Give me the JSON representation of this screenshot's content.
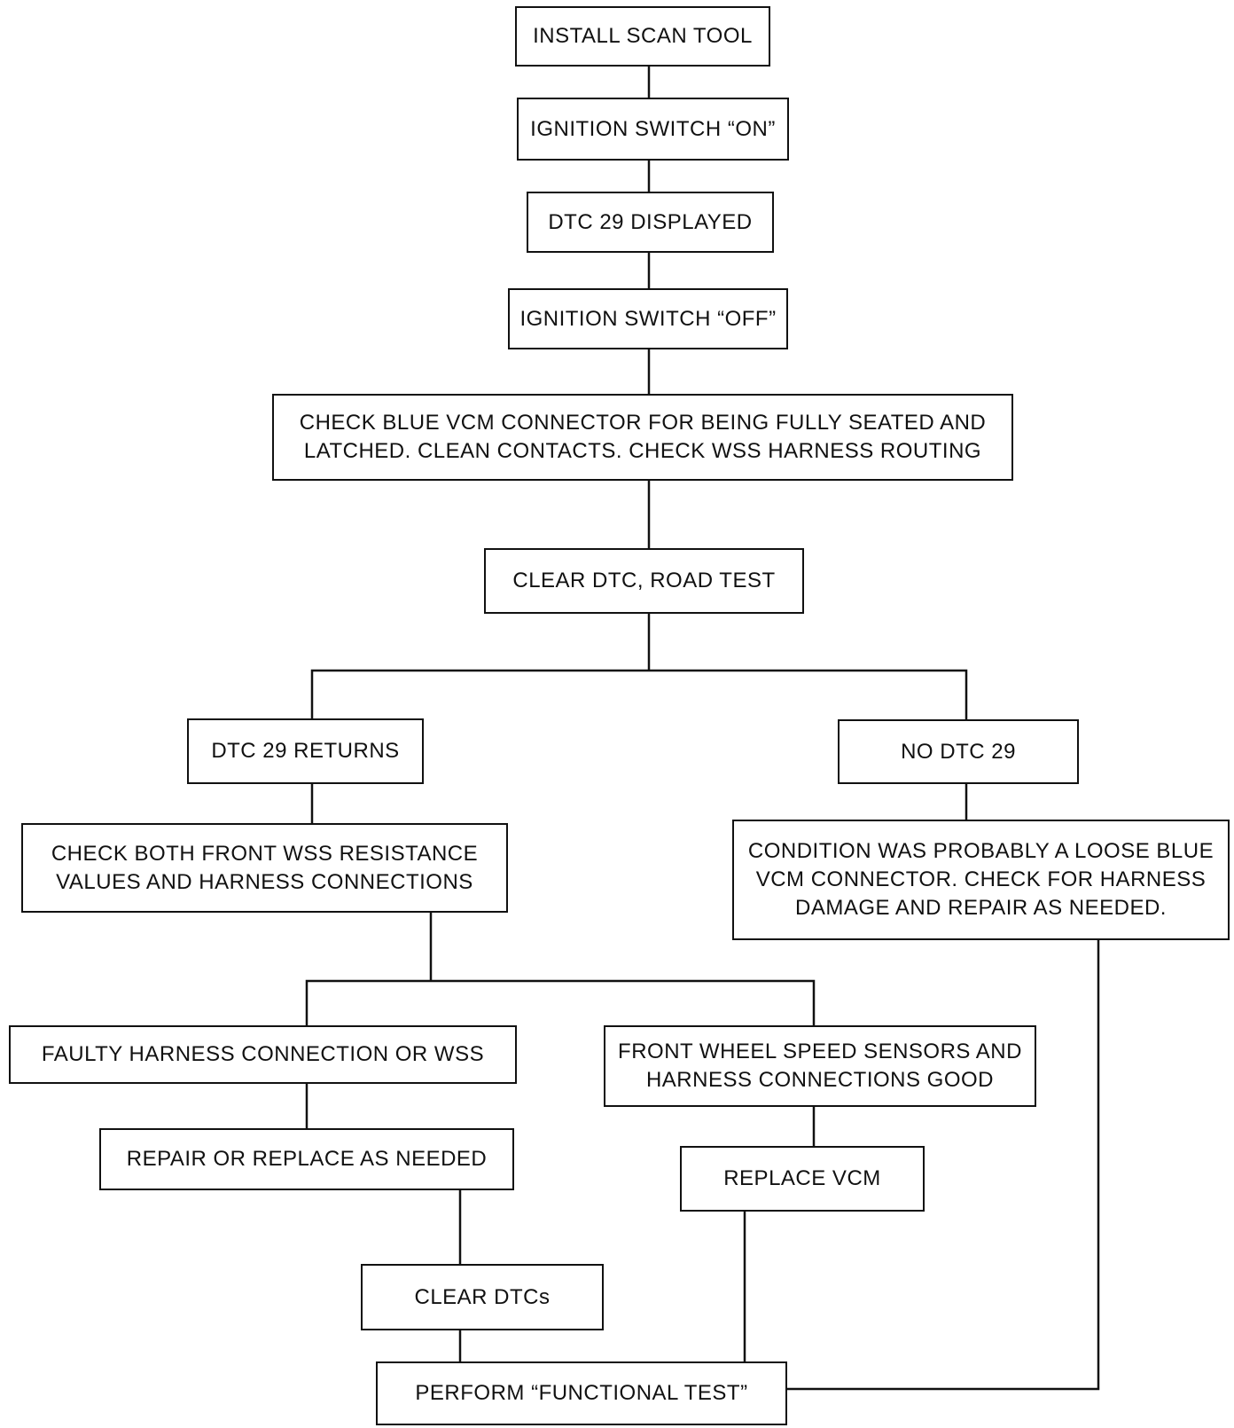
{
  "steps": {
    "install_scan_tool": "INSTALL SCAN TOOL",
    "ignition_on": "IGNITION SWITCH “ON”",
    "dtc29_displayed": "DTC 29 DISPLAYED",
    "ignition_off": "IGNITION SWITCH “OFF”",
    "check_connector_line1": "CHECK BLUE VCM CONNECTOR FOR BEING FULLY SEATED AND",
    "check_connector_line2": "LATCHED. CLEAN CONTACTS. CHECK WSS HARNESS ROUTING",
    "clear_dtc_road_test": "CLEAR DTC, ROAD TEST",
    "dtc29_returns": "DTC 29 RETURNS",
    "no_dtc29": "NO DTC 29",
    "check_wss_line1": "CHECK BOTH FRONT WSS RESISTANCE",
    "check_wss_line2": "VALUES AND HARNESS CONNECTIONS",
    "loose_connector_line1": "CONDITION WAS PROBABLY A LOOSE BLUE",
    "loose_connector_line2": "VCM CONNECTOR. CHECK FOR HARNESS",
    "loose_connector_line3": "DAMAGE AND REPAIR AS NEEDED.",
    "faulty_harness": "FAULTY HARNESS CONNECTION OR WSS",
    "sensors_good_line1": "FRONT WHEEL SPEED SENSORS AND",
    "sensors_good_line2": "HARNESS CONNECTIONS GOOD",
    "repair_replace": "REPAIR OR REPLACE AS NEEDED",
    "replace_vcm": "REPLACE VCM",
    "clear_dtcs": "CLEAR DTCs",
    "perform_functional_test": "PERFORM “FUNCTIONAL TEST”"
  }
}
